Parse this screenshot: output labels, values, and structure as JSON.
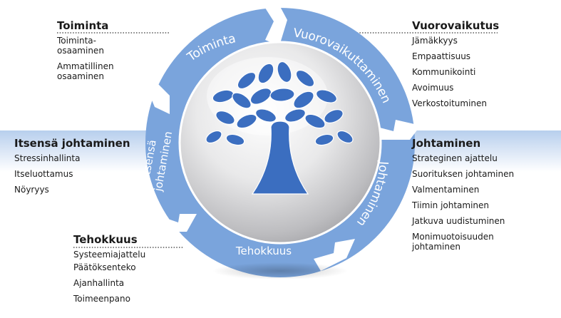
{
  "segments": [
    {
      "id": "toiminta",
      "label": "Toiminta"
    },
    {
      "id": "vuorovaikuttaminen",
      "label": "Vuorovaikuttaminen"
    },
    {
      "id": "johtaminen",
      "label": "Johtaminen"
    },
    {
      "id": "tehokkuus",
      "label": "Tehokkuus"
    },
    {
      "id": "itsensa",
      "label_lines": [
        "Itsensä",
        "johtaminen"
      ]
    }
  ],
  "blocks": {
    "toiminta": {
      "heading": "Toiminta",
      "items": [
        "Toiminta-\nosaaminen",
        "Ammatillinen\nosaaminen"
      ]
    },
    "vuorovaikutus": {
      "heading": "Vuorovaikutus",
      "items": [
        "Jämäkkyys",
        "Empaattisuus",
        "Kommunikointi",
        "Avoimuus",
        "Verkostoituminen"
      ]
    },
    "itsensa": {
      "heading": "Itsensä johtaminen",
      "items": [
        "Stressinhallinta",
        "Itseluottamus",
        "Nöyryys"
      ]
    },
    "johtaminen": {
      "heading": "Johtaminen",
      "items": [
        "Strateginen ajattelu",
        "Suorituksen johtaminen",
        "Valmentaminen",
        "Tiimin johtaminen",
        "Jatkuva uudistuminen",
        "Monimuotoisuuden\njohtaminen"
      ]
    },
    "tehokkuus": {
      "heading": "Tehokkuus",
      "items": [
        "Systeemiajattelu",
        "Päätöksenteko",
        "Ajanhallinta",
        "Toimeenpano"
      ]
    }
  },
  "colors": {
    "ring": "#7aa4dc",
    "ring_edge": "#ffffff",
    "tree": "#3b6ec0",
    "band": "#b7cfed",
    "dots": "#333333"
  },
  "icons": [
    "tree-icon"
  ]
}
